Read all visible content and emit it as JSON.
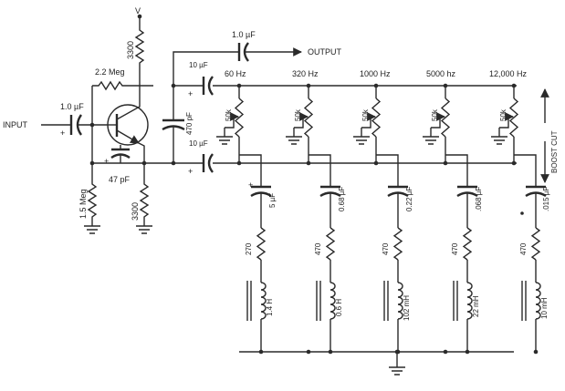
{
  "labels": {
    "vcc": "V",
    "input": "INPUT",
    "output": "OUTPUT",
    "boost_cut": "BOOST CUT",
    "r_collector": "3300",
    "r_feedback": "2.2 Meg",
    "c_input": "1.0 µF",
    "c_output": "1.0 µF",
    "c_coupling_top": "10 µF",
    "c_coupling_bottom": "10 µF",
    "c_miller": "470 pF",
    "c_base": "47 pF",
    "r_bias": "1.5 Meg",
    "r_emitter": "3300"
  },
  "bands": [
    {
      "freq": "60 Hz",
      "pot": "50k",
      "cap": "5 µF",
      "res": "270",
      "ind": "1.4 H"
    },
    {
      "freq": "320 Hz",
      "pot": "50k",
      "cap": "0.68 µF",
      "res": "470",
      "ind": "0.6 H"
    },
    {
      "freq": "1000 Hz",
      "pot": "50k",
      "cap": "0.22 µF",
      "res": "470",
      "ind": "102 mH"
    },
    {
      "freq": "5000 hz",
      "pot": "50k",
      "cap": ".068 µF",
      "res": "470",
      "ind": "22 mH"
    },
    {
      "freq": "12,000 Hz",
      "pot": "50k",
      "cap": ".015 µF",
      "res": "470",
      "ind": "10 mH"
    }
  ]
}
